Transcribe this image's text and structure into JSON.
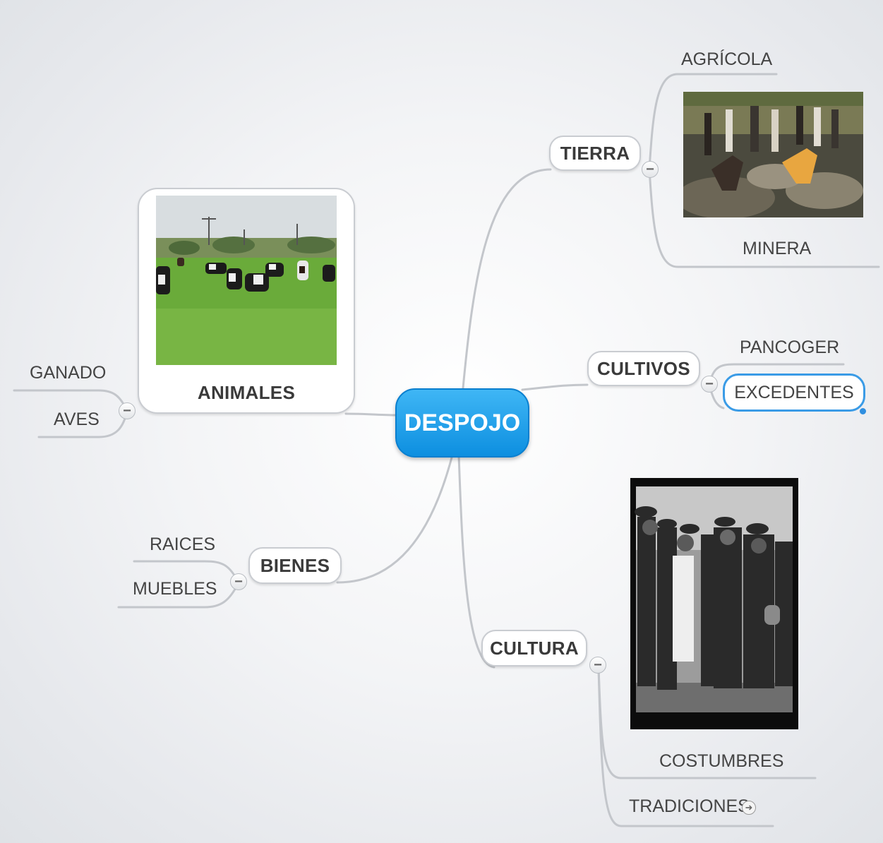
{
  "central": {
    "label": "DESPOJO"
  },
  "branches": {
    "tierra": {
      "label": "TIERRA",
      "children": [
        "AGRÍCOLA",
        "MINERA"
      ]
    },
    "cultivos": {
      "label": "CULTIVOS",
      "children": [
        "PANCOGER",
        "EXCEDENTES"
      ]
    },
    "cultura": {
      "label": "CULTURA",
      "children": [
        "COSTUMBRES",
        "TRADICIONES"
      ]
    },
    "animales": {
      "label": "ANIMALES",
      "children": [
        "GANADO",
        "AVES"
      ]
    },
    "bienes": {
      "label": "BIENES",
      "children": [
        "RAICES",
        "MUEBLES"
      ]
    }
  },
  "icons": {
    "collapse": "−",
    "goto": "➜"
  },
  "colors": {
    "central_fill": "#1a9fe8",
    "selection": "#3a9be6",
    "connector": "#bfc3c8"
  }
}
